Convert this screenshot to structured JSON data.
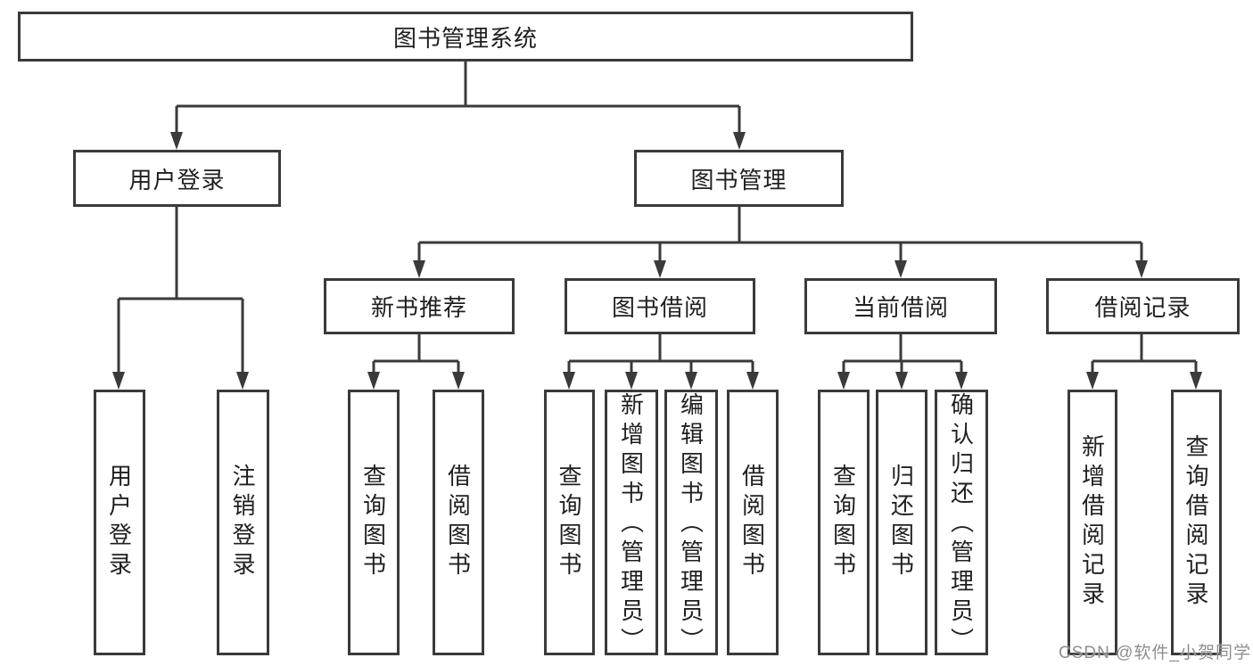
{
  "diagram": {
    "title": "图书管理系统",
    "root": "图书管理系统",
    "level2": [
      "用户登录",
      "图书管理"
    ],
    "level3": [
      "新书推荐",
      "图书借阅",
      "当前借阅",
      "借阅记录"
    ],
    "leaves_user_login": [
      "用户登录",
      "注销登录"
    ],
    "leaves_new_book": [
      "查询图书",
      "借阅图书"
    ],
    "leaves_book_borrow": [
      "查询图书",
      "新增图书（管理员）",
      "编辑图书（管理员）",
      "借阅图书"
    ],
    "leaves_current_borrow": [
      "查询图书",
      "归还图书",
      "确认归还（管理员）"
    ],
    "leaves_borrow_record": [
      "新增借阅记录",
      "查询借阅记录"
    ]
  },
  "watermark": "CSDN @软件_小贺同学",
  "colors": {
    "line": "#3a3a3a",
    "text": "#1f1f1f",
    "watermark": "#8f8f8f",
    "background": "#ffffff"
  }
}
